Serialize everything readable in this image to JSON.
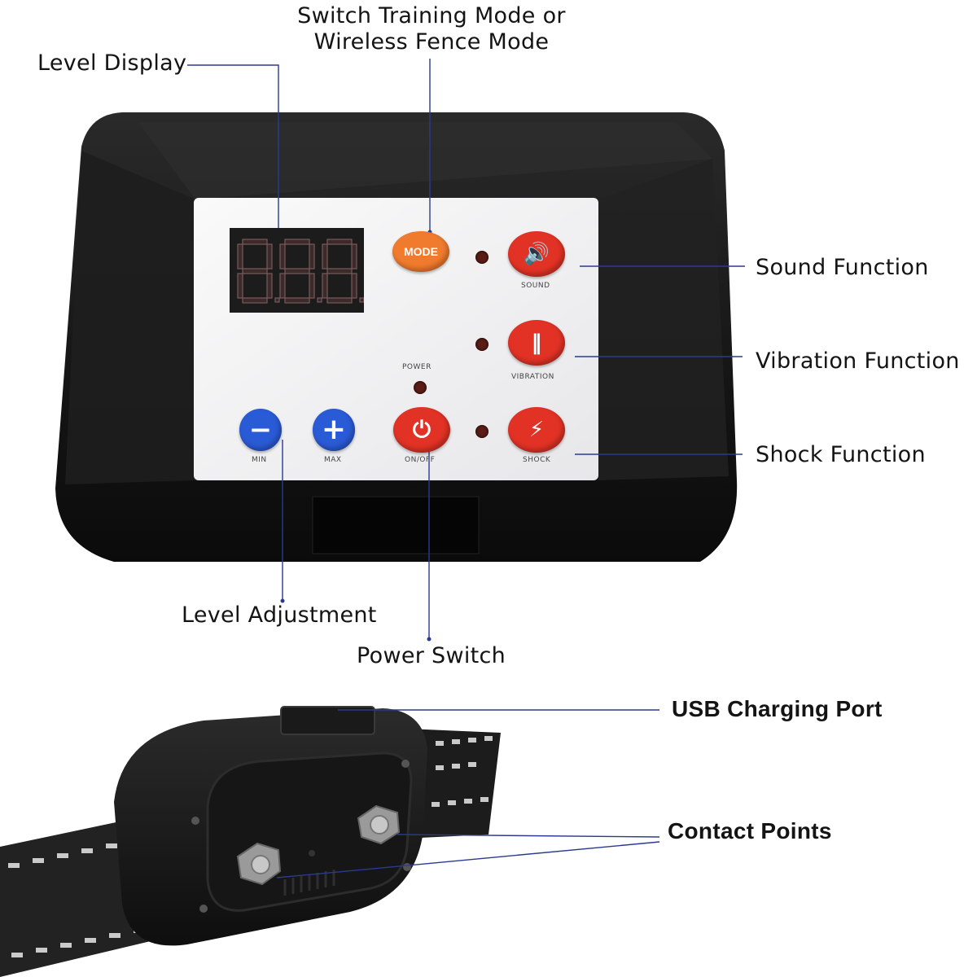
{
  "callouts": {
    "mode_switch": "Switch Training Mode or\nWireless Fence Mode",
    "level_display": "Level Display",
    "sound_function": "Sound Function",
    "vibration_function": "Vibration Function",
    "shock_function": "Shock Function",
    "level_adjustment": "Level Adjustment",
    "power_switch": "Power Switch",
    "usb_charging_port": "USB Charging Port",
    "contact_points": "Contact Points"
  },
  "panel": {
    "display_value": "888",
    "mode_label": "MODE",
    "power_label": "POWER",
    "min_label": "MIN",
    "max_label": "MAX",
    "onoff_label": "ON/OFF",
    "sound_label": "SOUND",
    "vibration_label": "VIBRATION",
    "shock_label": "SHOCK"
  },
  "colors": {
    "device_body": "#121212",
    "panel_face": "#f3f3f5",
    "leader_line": "#2b3a8f",
    "red_button": "#e23225",
    "blue_button": "#2a5bd7",
    "mode_button": "#f07b2e"
  }
}
